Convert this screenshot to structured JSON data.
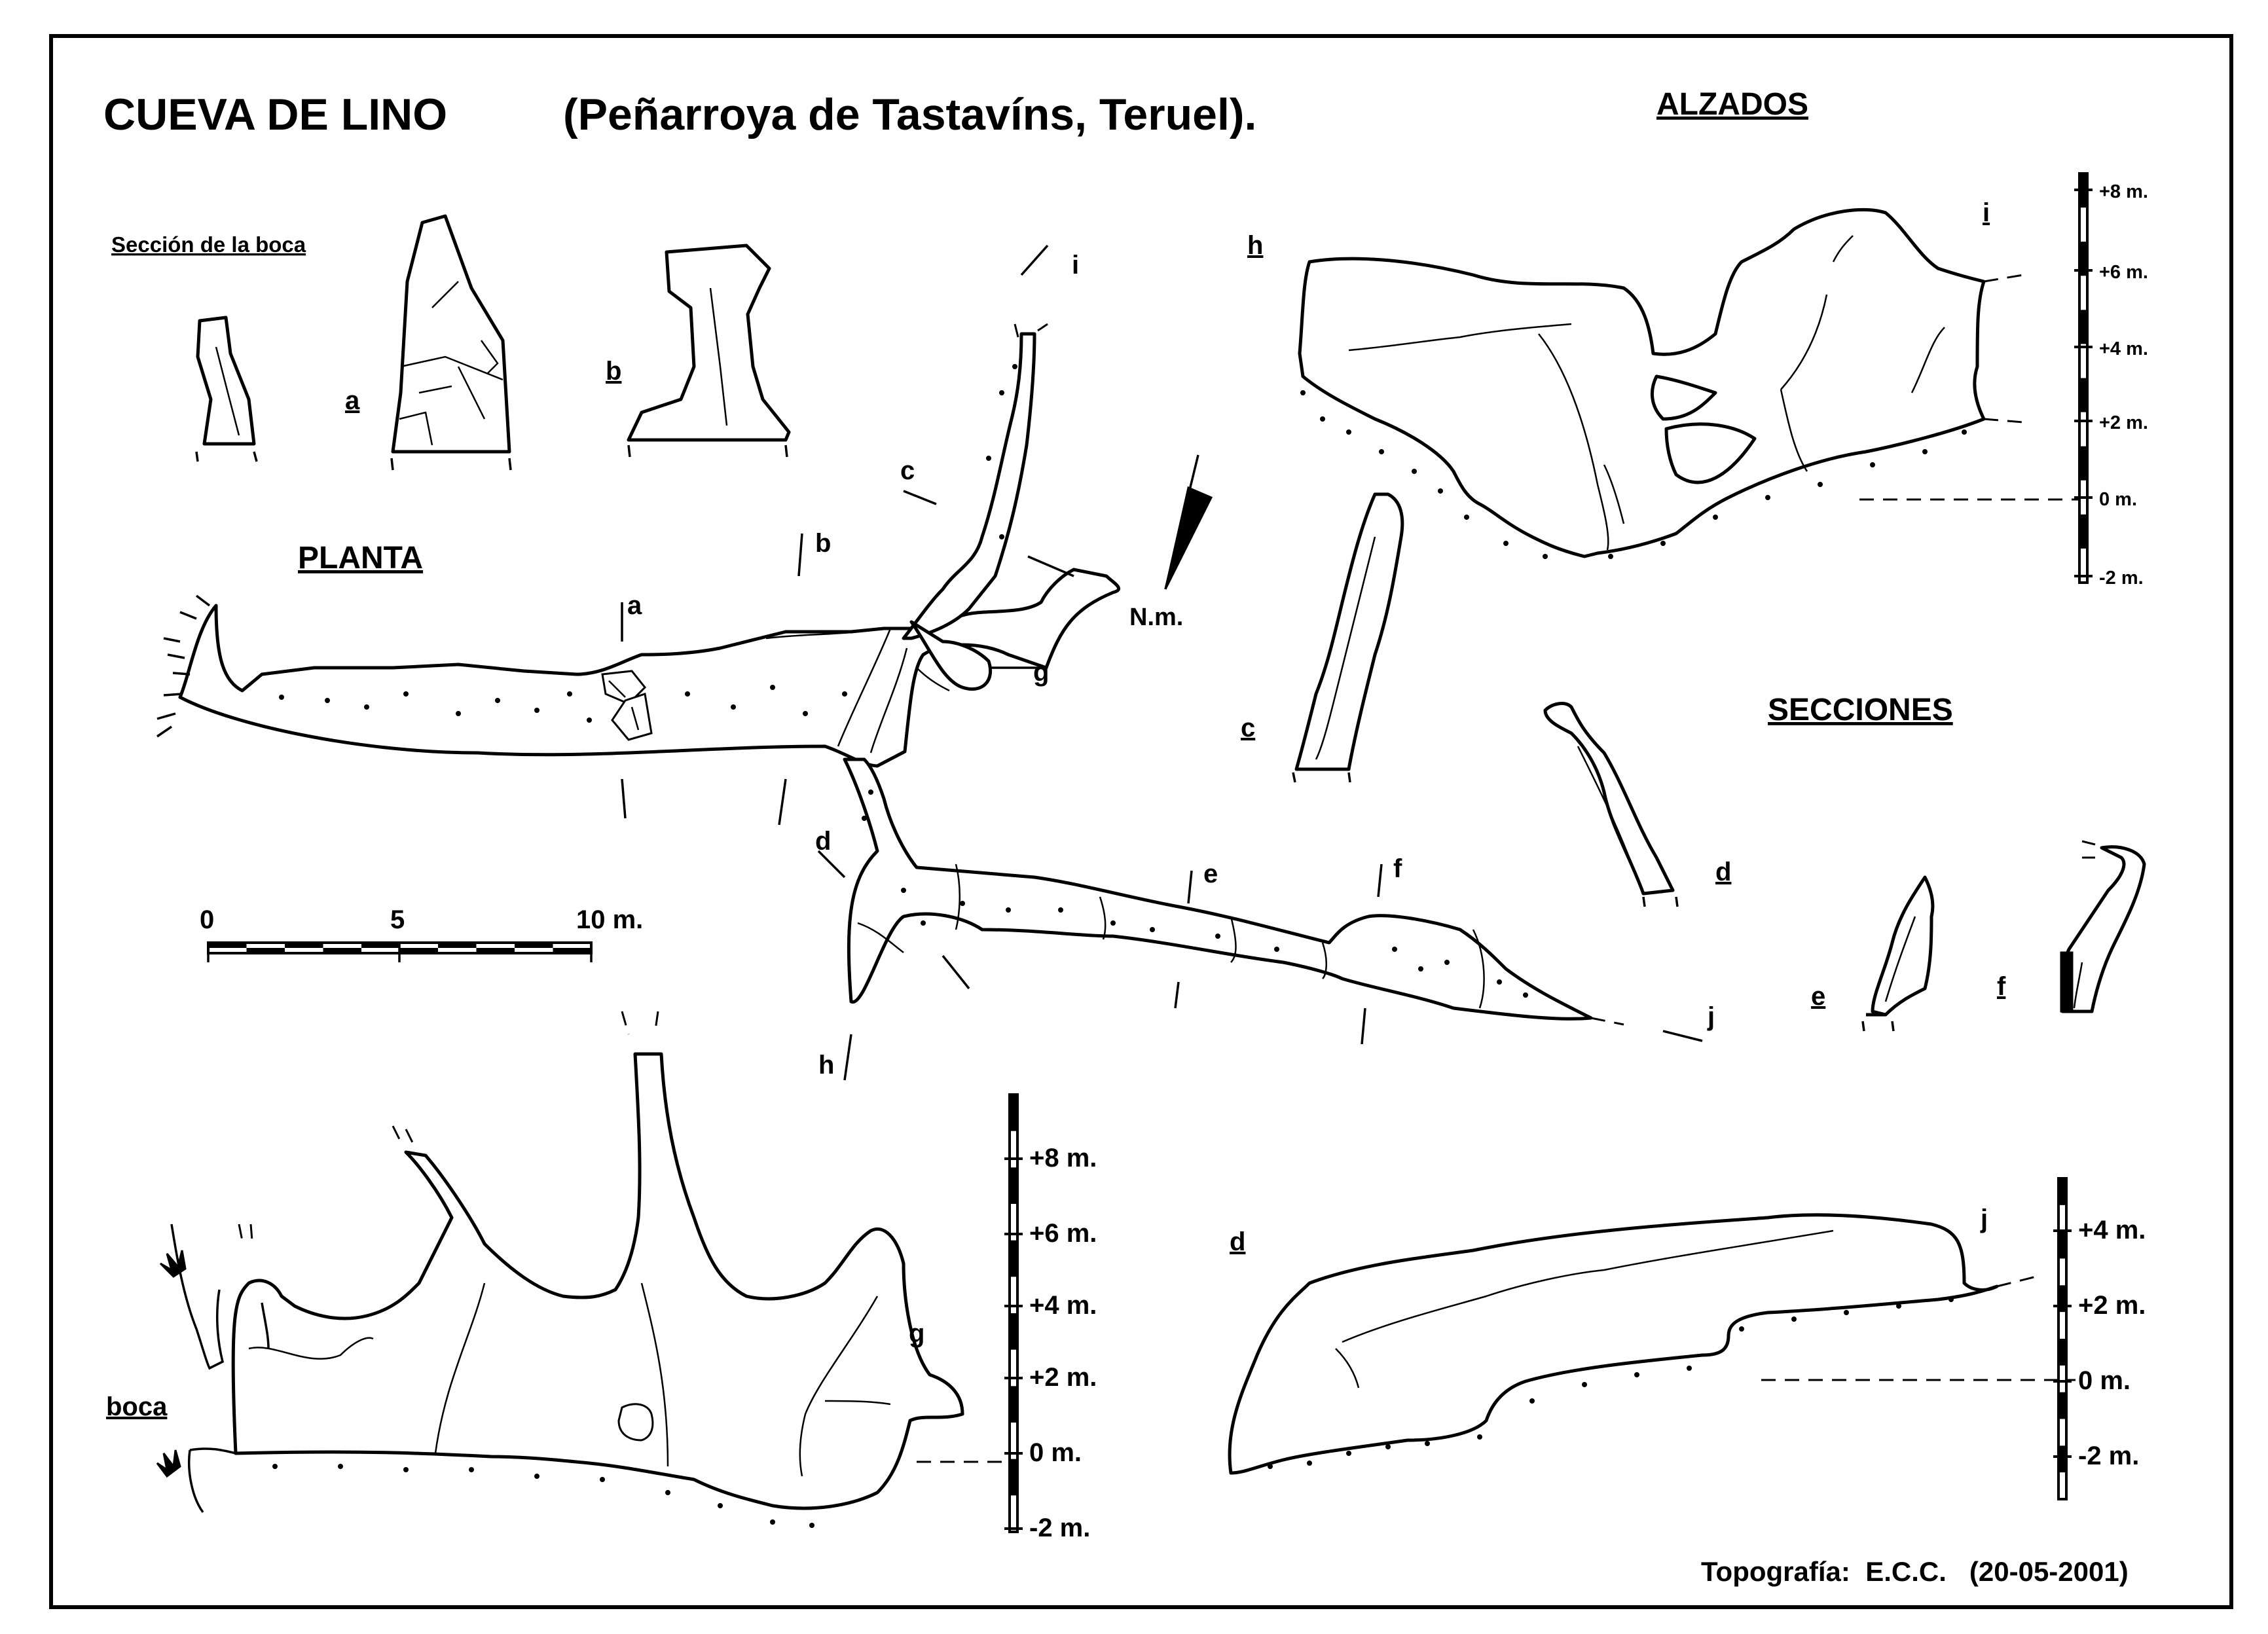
{
  "title": "CUEVA DE LINO",
  "location": "(Peñarroya de Tastavíns, Teruel).",
  "headings": {
    "alzados": "ALZADOS",
    "planta": "PLANTA",
    "secciones": "SECCIONES",
    "seccion_boca": "Sección de la boca"
  },
  "north_label": "N.m.",
  "scale_bar": {
    "labels": [
      "0",
      "5",
      "10 m."
    ]
  },
  "plan_markers": [
    "a",
    "b",
    "c",
    "d",
    "e",
    "f",
    "g",
    "h",
    "i",
    "j"
  ],
  "section_labels": {
    "mouth": [
      "a",
      "b"
    ],
    "cross": [
      "c",
      "d",
      "e",
      "f"
    ]
  },
  "elevations": {
    "h_i": {
      "start": "h",
      "end": "i",
      "ticks": [
        "+8 m.",
        "+6 m.",
        "+4 m.",
        "+2 m.",
        "0 m.",
        "-2 m."
      ]
    },
    "boca_g": {
      "start": "boca",
      "end": "g",
      "ticks": [
        "+8 m.",
        "+6 m.",
        "+4 m.",
        "+2 m.",
        "0 m.",
        "-2 m."
      ]
    },
    "d_j": {
      "start": "d",
      "end": "j",
      "ticks": [
        "+4 m.",
        "+2 m.",
        "0 m.",
        "-2 m."
      ]
    }
  },
  "credit": "Topografía:  E.C.C.   (20-05-2001)"
}
